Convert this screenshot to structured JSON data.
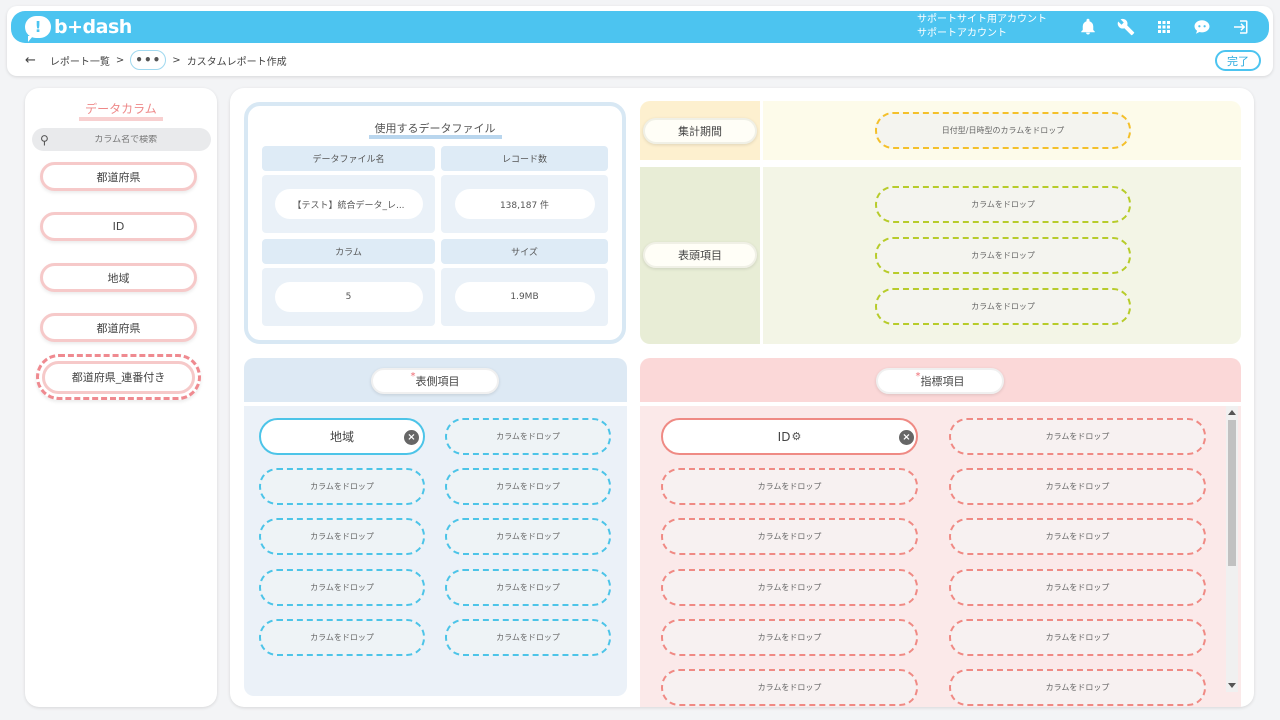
{
  "header": {
    "logo_text": "b+dash",
    "account_line1": "サポートサイト用アカウント",
    "account_line2": "サポートアカウント",
    "icons": [
      "bell-icon",
      "wrench-icon",
      "grid-icon",
      "chat-icon",
      "logout-icon"
    ]
  },
  "breadcrumb": {
    "back": "←",
    "first": "レポート一覧",
    "sep": ">",
    "more": "•••",
    "current": "カスタムレポート作成",
    "done_label": "完了"
  },
  "left": {
    "title": "データカラム",
    "search_placeholder": "カラム名で検索",
    "items": [
      "都道府県",
      "ID",
      "地域",
      "都道府県",
      "都道府県_連番付き"
    ]
  },
  "file": {
    "title": "使用するデータファイル",
    "name_header": "データファイル名",
    "name_value": "【テスト】統合データ_レ...",
    "records_header": "レコード数",
    "records_value": "138,187 件",
    "columns_header": "カラム",
    "columns_value": "5",
    "size_header": "サイズ",
    "size_value": "1.9MB"
  },
  "aggregation": {
    "period_label": "集計期間",
    "period_drop": "日付型/日時型のカラムをドロップ",
    "header_label": "表頭項目",
    "drop_label": "カラムをドロップ"
  },
  "rows": {
    "title": "表側項目",
    "required_mark": "*",
    "filled_value": "地域",
    "drop_label": "カラムをドロップ"
  },
  "metrics": {
    "title": "指標項目",
    "required_mark": "*",
    "filled_value": "ID",
    "drop_label": "カラムをドロップ"
  },
  "colors": {
    "brand": "#4cc4f0",
    "row_accent": "#4cc4e8",
    "metric_accent": "#f08a84",
    "period_accent": "#f4c02a",
    "header_accent": "#b7cc2a"
  }
}
